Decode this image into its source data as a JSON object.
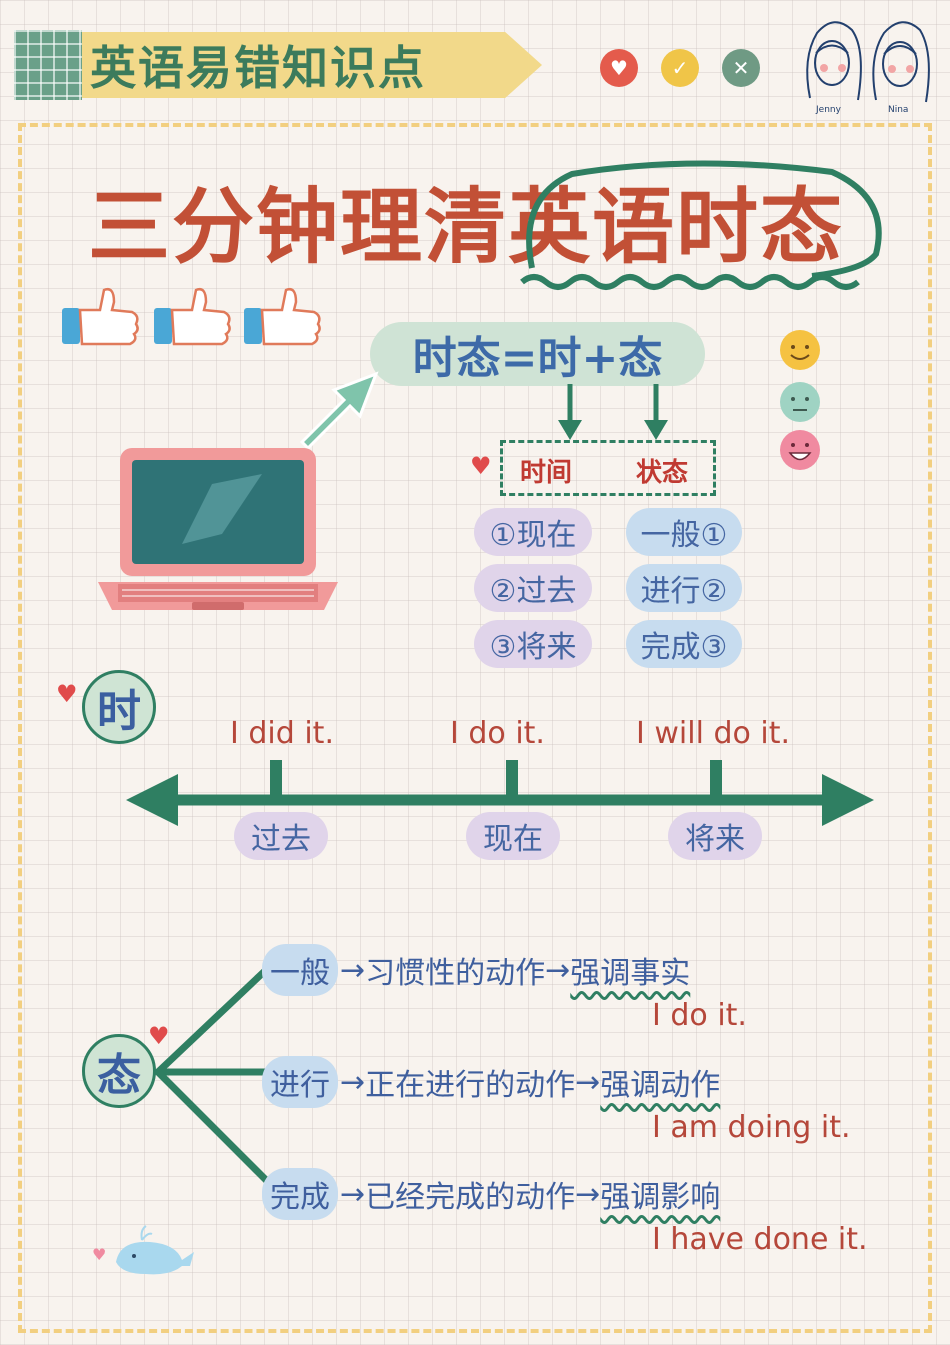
{
  "header": {
    "banner_title": "英语易错知识点",
    "dots": [
      {
        "icon": "heart-icon",
        "glyph": "♥",
        "color": "#e45b4c"
      },
      {
        "icon": "check-icon",
        "glyph": "✓",
        "color": "#f0c548"
      },
      {
        "icon": "close-icon",
        "glyph": "✕",
        "color": "#6f9a84"
      }
    ],
    "avatar_names": [
      "Jenny",
      "Nina"
    ]
  },
  "title": {
    "part1": "三分钟理清",
    "part2": "英语时态"
  },
  "formula": "时态=时+态",
  "split": {
    "left": "时间",
    "right": "状态"
  },
  "time_list": [
    "①现在",
    "②过去",
    "③将来"
  ],
  "state_list": [
    "一般①",
    "进行②",
    "完成③"
  ],
  "shi": {
    "label": "时",
    "sentences": [
      "I did it.",
      "I do it.",
      "I will do it."
    ],
    "points": [
      "过去",
      "现在",
      "将来"
    ]
  },
  "tai": {
    "label": "态",
    "rows": [
      {
        "tag": "一般",
        "arrow1": "→",
        "desc": "习惯性的动作",
        "arrow2": "→",
        "emphasis": "强调事实",
        "example": "I do it."
      },
      {
        "tag": "进行",
        "arrow1": "→",
        "desc": "正在进行的动作",
        "arrow2": "→",
        "emphasis": "强调动作",
        "example": "I am doing it."
      },
      {
        "tag": "完成",
        "arrow1": "→",
        "desc": "已经完成的动作",
        "arrow2": "→",
        "emphasis": "强调影响",
        "example": "I have done it."
      }
    ]
  },
  "colors": {
    "accent_green": "#2f7f62",
    "title_red": "#c25036",
    "text_blue": "#3f5f9e",
    "banner_yellow": "#f2d98a"
  }
}
